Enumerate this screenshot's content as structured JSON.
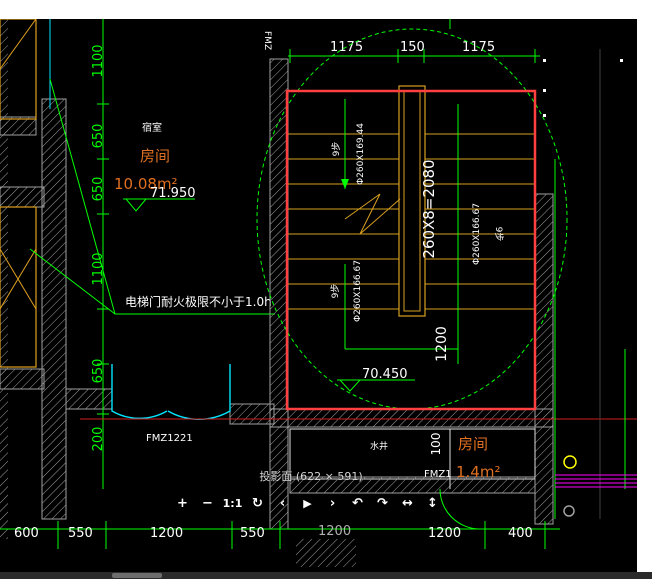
{
  "viewer": {
    "caption": "投影面 (622 × 591)",
    "toolbar": [
      {
        "name": "zoom-in-button",
        "icon": "plus-icon",
        "glyph": "+"
      },
      {
        "name": "zoom-out-button",
        "icon": "minus-icon",
        "glyph": "−"
      },
      {
        "name": "actual-size-button",
        "icon": "one-to-one-icon",
        "glyph": "1:1"
      },
      {
        "name": "reset-button",
        "icon": "refresh-icon",
        "glyph": "↻"
      },
      {
        "name": "previous-button",
        "icon": "chevron-left-icon",
        "glyph": "‹"
      },
      {
        "name": "play-button",
        "icon": "play-icon",
        "glyph": "▶"
      },
      {
        "name": "next-button",
        "icon": "chevron-right-icon",
        "glyph": "›"
      },
      {
        "name": "rotate-left-button",
        "icon": "rotate-left-icon",
        "glyph": "↶"
      },
      {
        "name": "rotate-right-button",
        "icon": "rotate-right-icon",
        "glyph": "↷"
      },
      {
        "name": "flip-horizontal-button",
        "icon": "flip-horizontal-icon",
        "glyph": "↔"
      },
      {
        "name": "flip-vertical-button",
        "icon": "flip-vertical-icon",
        "glyph": "↕"
      }
    ]
  },
  "drawing": {
    "top_dims": [
      "1175",
      "150",
      "1175"
    ],
    "left_dims": [
      "1100",
      "650",
      "650",
      "1100",
      "650",
      "200"
    ],
    "bottom_dims": [
      "600",
      "550",
      "1200",
      "550",
      "1200",
      "400"
    ],
    "room_label_small": "宿室",
    "room_label": "房间",
    "room_area": "10.08m²",
    "level_1": "71.950",
    "door_note": "电梯门耐火极限不小于1.0h",
    "door_tag": "FMZ1221",
    "stair_vertical_dim": "260X8=2080",
    "dim_1200": "1200",
    "level_2": "70.450",
    "stair_left_text_1": "Φ260X169.44",
    "stair_left_text_2": "Φ260X166.67",
    "stair_right_text": "Φ260X166.67",
    "step_count_1": "9步",
    "step_count_2": "9步",
    "step_count_3": "9步",
    "shaft_label": "水井",
    "shaft_dim": "100",
    "bottom_room_label": "房间",
    "bottom_room_area": "1.4m²",
    "bottom_door_tag": "FMZ1",
    "top_tag": "FMZ",
    "bottom_partial": "1200",
    "colors": {
      "green": "#00ff00",
      "yellow": "#ffff00",
      "orange": "#ff8c00",
      "red": "#ff3333",
      "highlight": "#ff4040",
      "cyan": "#00e5ff",
      "gray": "#a0a0a0",
      "magenta": "#ff00ff"
    }
  }
}
